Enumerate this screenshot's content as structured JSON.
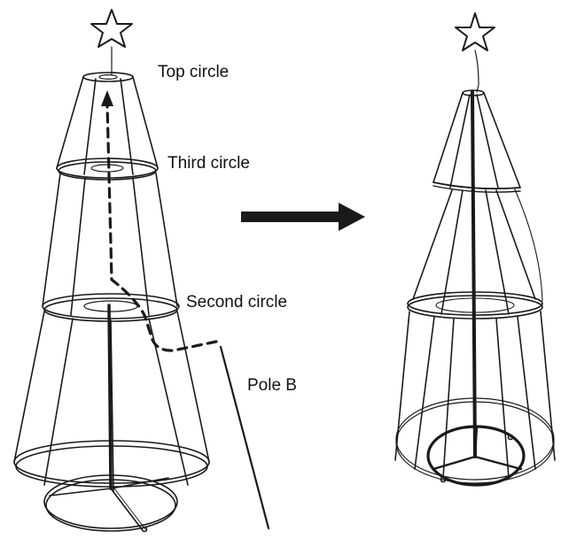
{
  "labels": {
    "top_circle": "Top circle",
    "third_circle": "Third circle",
    "second_circle": "Second circle",
    "pole_b": "Pole B"
  },
  "colors": {
    "line": "#1a1a1a",
    "background": "#ffffff"
  }
}
